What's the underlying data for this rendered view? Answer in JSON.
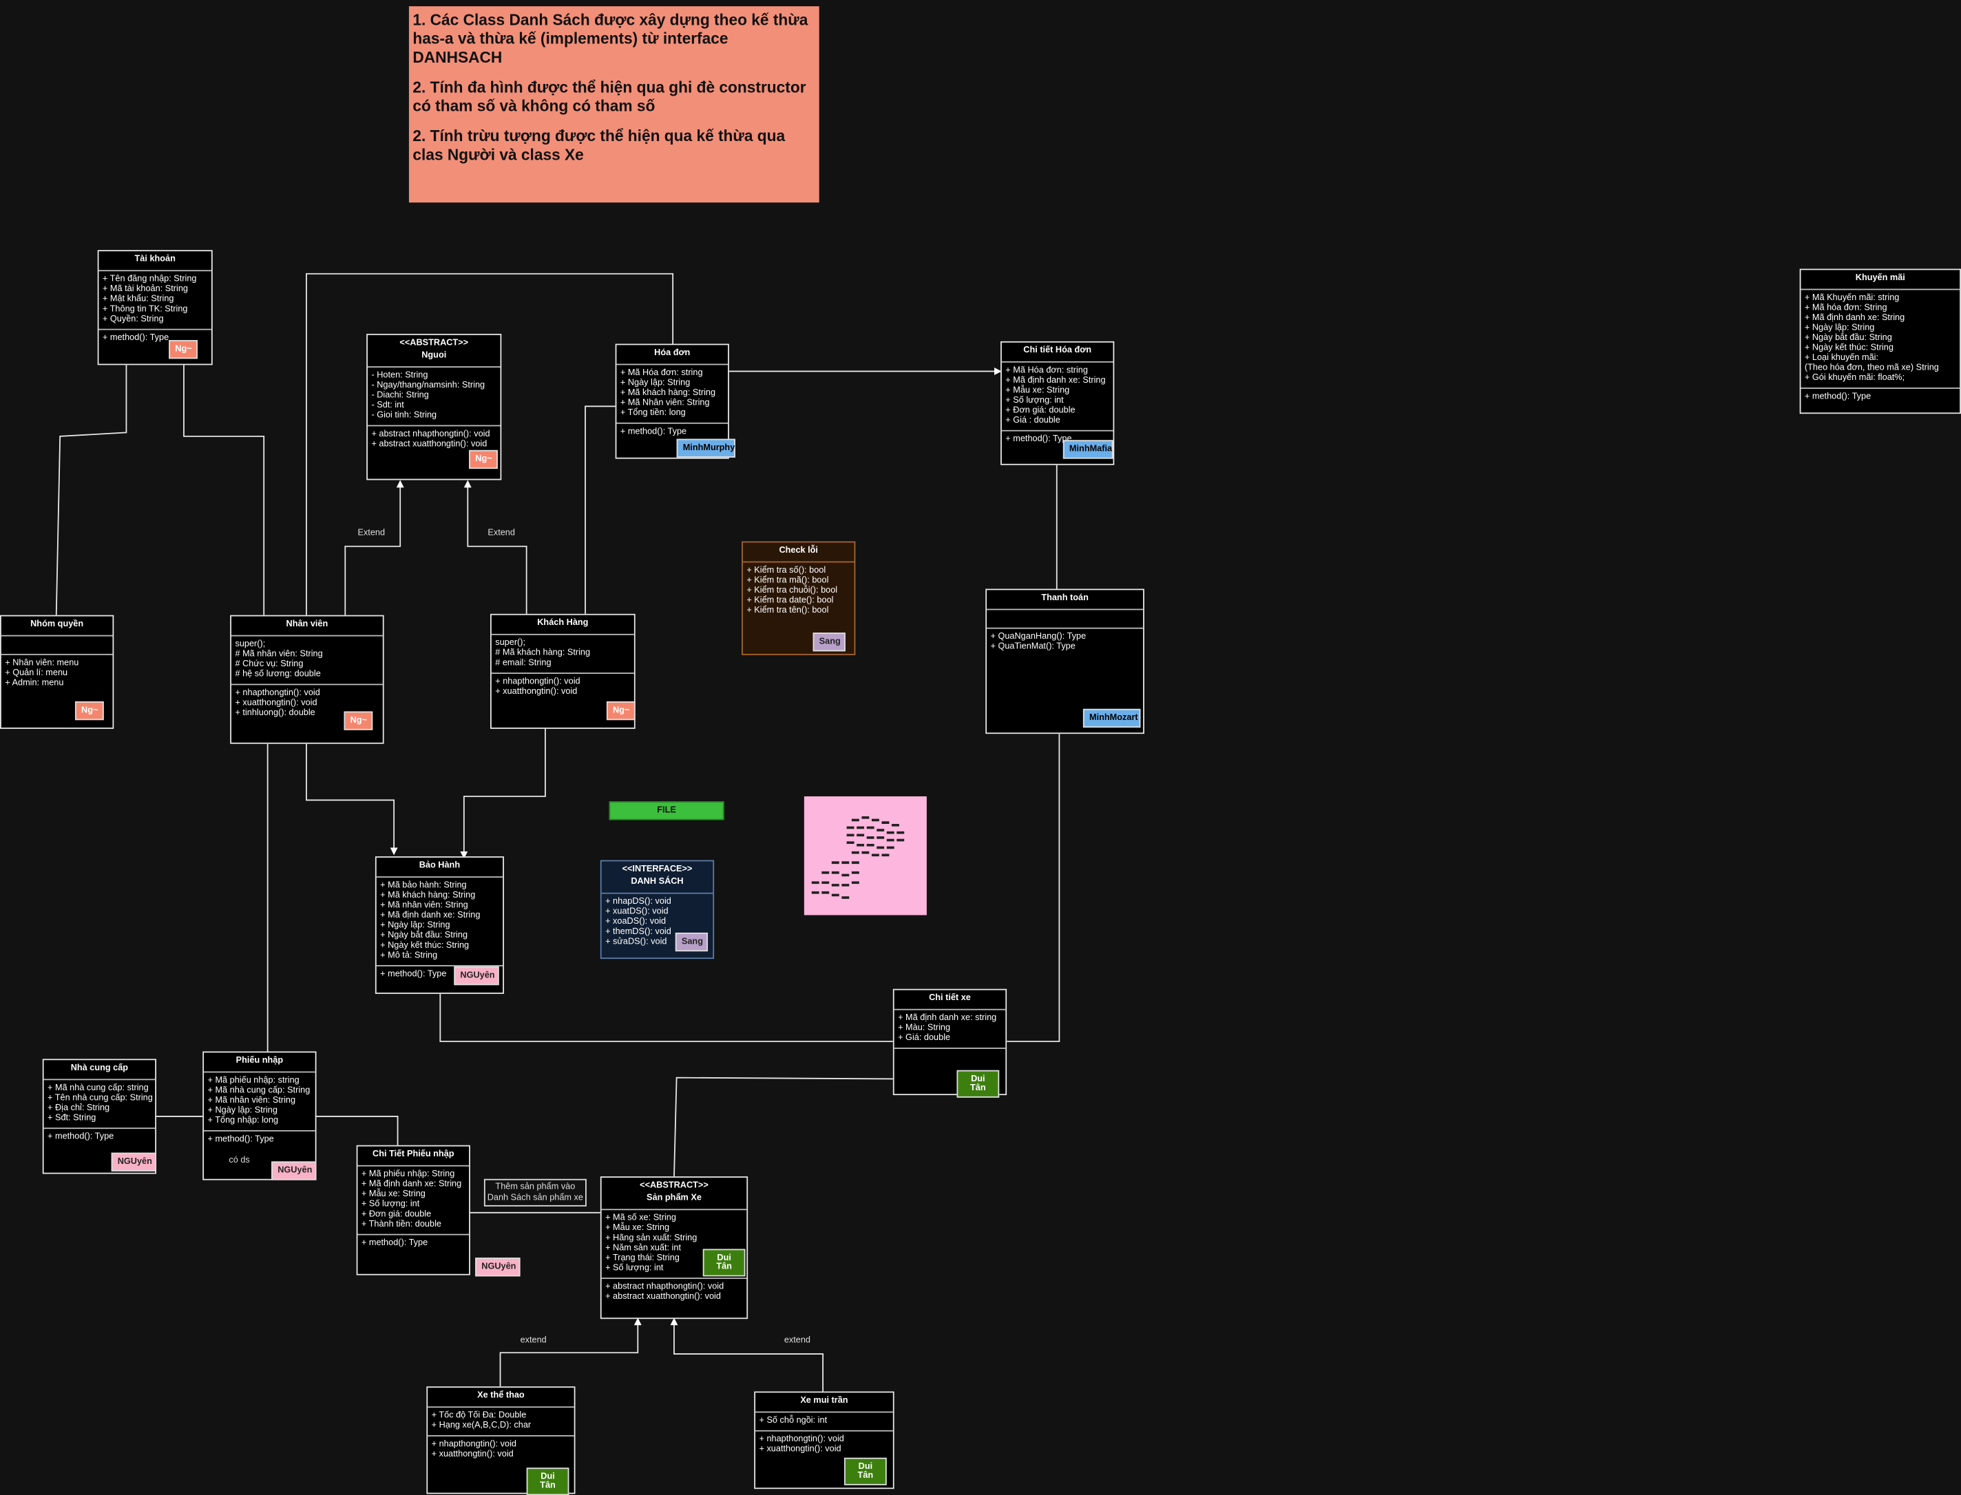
{
  "note": {
    "lines": [
      "1.    Các Class Danh Sách được xây dựng theo kế thừa  has-a và thừa kế (implements) từ interface DANHSACH",
      "2.    Tính đa hình được thể hiện qua ghi đè constructor có tham số và không có tham số",
      "2.    Tính trừu tượng được thể hiện qua kế thừa qua clas Người và class Xe"
    ],
    "color": "#f28f78"
  },
  "classes": {
    "taikhoan": {
      "title": "Tài khoản",
      "attrs": "+ Tên đăng nhập: String\n+ Mã tài khoản: String\n+ Mật khẩu: String\n+ Thông tin TK: String\n+ Quyền: String",
      "methods": "+ method(): Type",
      "tag": "Ng~"
    },
    "nguoi": {
      "title": "<<ABSTRACT>>",
      "subtitle": "Nguoi",
      "attrs": "- Hoten: String\n- Ngay/thang/namsinh: String\n- Diachi: String\n- Sdt: int\n- Gioi tinh: String",
      "methods": "+ abstract nhapthongtin(): void\n+ abstract xuatthongtin(): void",
      "tag": "Ng~"
    },
    "hoadon": {
      "title": "Hóa đơn",
      "attrs": "+ Mã Hóa đơn: string\n+ Ngày lập: String\n+ Mã khách hàng: String\n+ Mã Nhân viên: String\n+ Tổng tiền: long",
      "methods": "+ method(): Type",
      "tag": "MinhMurphy"
    },
    "chitiethoadon": {
      "title": "Chi tiết Hóa đơn",
      "attrs": "+ Mã Hóa đơn: string\n+ Mã định danh xe: String\n+ Mẫu xe: String\n+ Số lượng: int\n+ Đơn giá: double\n+ Giá : double",
      "methods": "+ method(): Type",
      "tag": "MinhMafia"
    },
    "khuyenmai": {
      "title": "Khuyến mãi",
      "attrs": "+ Mã Khuyến mãi: string\n+ Mã hóa đơn: String\n+ Mã định danh xe: String\n+ Ngày lập: String\n+ Ngày bắt đầu: String\n+ Ngày kết thúc: String\n+ Loại khuyến mãi:\n(Theo hóa đơn, theo mã xe) String\n+ Gói khuyến mãi: float%;",
      "methods": "+ method(): Type"
    },
    "checkloi": {
      "title": "Check lỗi",
      "attrs": "+ Kiểm tra số(): bool\n+ Kiểm tra mã(): bool\n+ Kiểm tra chuỗi(): bool\n+ Kiểm tra date(): bool\n+ Kiểm tra tên(): bool",
      "tag": "Sang"
    },
    "nhomquyen": {
      "title": "Nhóm quyền",
      "attrs": "+ Nhân viên: menu\n+ Quản lí: menu\n+ Admin: menu",
      "tag": "Ng~"
    },
    "nhanvien": {
      "title": "Nhân viên",
      "attrs": "super();\n# Mã nhân viên: String\n# Chức vụ: String\n# hệ số lương: double",
      "methods": "+ nhapthongtin(): void\n+ xuatthongtin(): void\n+ tinhluong(): double",
      "tag": "Ng~"
    },
    "khachhang": {
      "title": "Khách Hàng",
      "attrs": "super();\n# Mã khách hàng: String\n# email: String",
      "methods": "+ nhapthongtin(): void\n+ xuatthongtin(): void",
      "tag": "Ng~"
    },
    "thanhtoan": {
      "title": "Thanh toán",
      "attrs": "",
      "methods": "+ QuaNganHang(): Type\n+ QuaTienMat(): Type",
      "tag": "MinhMozart"
    },
    "baohanh": {
      "title": "Bảo Hành",
      "attrs": "+ Mã bảo hành: String\n+ Mã khách hàng: String\n+ Mã nhân viên: String\n+ Mã định danh xe: String\n+ Ngày lập: String\n+ Ngày bắt đầu: String\n+ Ngày kết thúc: String\n+ Mô tả: String",
      "methods": "+ method(): Type",
      "tag": "NGUyên"
    },
    "danhsach": {
      "title": "<<INTERFACE>>",
      "subtitle": "DANH SÁCH",
      "attrs": "+ nhapDS(): void\n+ xuatDS(): void\n+ xoaDS(): void\n+ themDS(): void\n+ sửaDS(): void",
      "tag": "Sang"
    },
    "chitietxe": {
      "title": "Chi tiết xe",
      "attrs": "+ Mã định danh xe: string\n+ Màu: String\n+ Giá: double",
      "methods": "",
      "tag": "Dui Tân"
    },
    "nhacungcap": {
      "title": "Nhà cung cấp",
      "attrs": "+ Mã nhà cung cấp: string\n+ Tên nhà cung cấp: String\n+ Địa chỉ: String\n+ Sđt: String",
      "methods": "+ method(): Type",
      "tag": "NGUyên"
    },
    "phieunhap": {
      "title": "Phiếu nhập",
      "attrs": "+ Mã phiếu nhập: string\n+ Mã nhà cung cấp: String\n+ Mã nhân viên: String\n+ Ngày lập: String\n+ Tổng nhập: long",
      "methods": "+ method(): Type",
      "extra": "có ds",
      "tag": "NGUyên"
    },
    "chitietphieunhap": {
      "title": "Chi Tiết Phiếu nhập",
      "attrs": "+ Mã phiếu nhập: String\n+ Mã định danh xe: String\n+ Mẫu xe: String\n+ Số lượng: int\n+ Đơn giá: double\n+ Thành tiền: double",
      "methods": "+ method(): Type",
      "tag": "NGUyên"
    },
    "sanphamxe": {
      "title": "<<ABSTRACT>>",
      "subtitle": "Sản phẩm Xe",
      "attrs": "+ Mã số xe: String\n+ Mẫu xe: String\n+ Hãng sản xuất: String\n+ Năm sản xuất: int\n+ Trạng thái: String\n+ Số lượng: int",
      "methods": "+ abstract nhapthongtin(): void\n+ abstract xuatthongtin(): void",
      "tag": "Dui Tân"
    },
    "xethethao": {
      "title": "Xe thể thao",
      "attrs": "+ Tốc độ Tối Đa: Double\n+ Hạng xe(A,B,C,D): char",
      "methods": "+ nhapthongtin(): void\n+ xuatthongtin(): void",
      "tag": "Dui Tân"
    },
    "xemuitran": {
      "title": "Xe mui trần",
      "attrs": "+ Số chỗ ngồi: int",
      "methods": "+ nhapthongtin(): void\n+ xuatthongtin(): void",
      "tag": "Dui Tân"
    }
  },
  "labels": {
    "extend_left": "Extend",
    "extend_right": "Extend",
    "extend_car_left": "extend",
    "extend_car_right": "extend",
    "them_sanpham": "Thêm sản phẩm vào\nDanh Sách sản phẩm xe",
    "file": "FILE",
    "nguyen_tag": "NGUyên"
  },
  "colors": {
    "background": "#121212",
    "tag_ng": "#f4866e",
    "tag_minh": "#6aaeea",
    "tag_sang": "#b8a0c8",
    "tag_nguyen": "#f8b2c8",
    "tag_dui": "#3d7f0f",
    "file_green": "#3cbf3c",
    "pink_image": "#fdb6dd",
    "checkloi_bg": "#2a1606",
    "danhsach_bg": "#0f1e33"
  }
}
